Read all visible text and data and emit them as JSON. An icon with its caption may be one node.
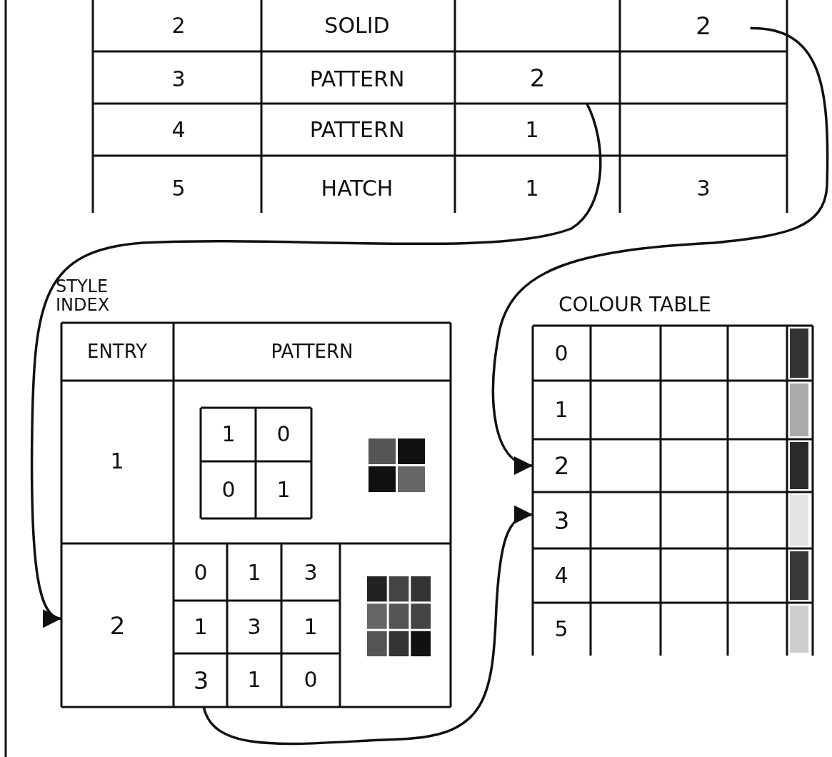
{
  "diagram": {
    "nodes": [
      {
        "text": [
          "2"
        ]
      },
      {
        "text": [
          "2"
        ]
      },
      {
        "text": [
          "STYLE INDEX"
        ]
      },
      {
        "text": [
          "2"
        ],
        "in": 2
      },
      {
        "text": [
          "3"
        ],
        "in": 2
      },
      {
        "text": [
          "COLOUR TABLE"
        ]
      },
      {
        "text": [
          "2"
        ],
        "in": 5
      },
      {
        "text": [
          "3"
        ],
        "in": 5
      }
    ],
    "edges": [
      {
        "from": 1,
        "to": 3,
        "arrow": "to"
      },
      {
        "from": 0,
        "to": 6,
        "arrow": "to"
      },
      {
        "from": 4,
        "to": 7,
        "arrow": "to"
      }
    ],
    "labels": [
      "2",
      "SOLID",
      "3",
      "PATTERN",
      "4",
      "PATTERN",
      "1",
      "5",
      "HATCH",
      "1",
      "3",
      "ENTRY",
      "PATTERN",
      "1",
      "1",
      "0",
      "0",
      "1",
      "0",
      "1",
      "3",
      "1",
      "3",
      "1",
      "1",
      "0",
      "0",
      "1",
      "4",
      "5"
    ]
  }
}
